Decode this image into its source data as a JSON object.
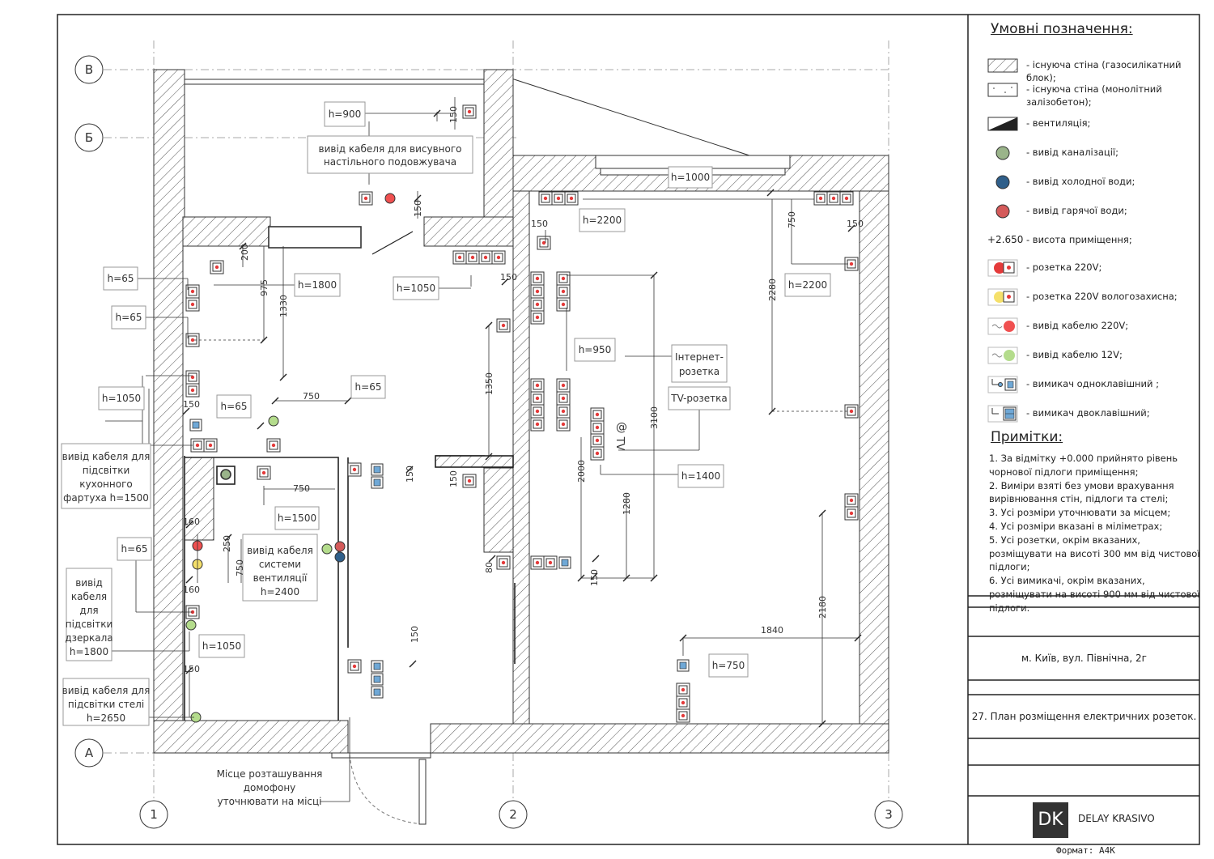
{
  "axes": {
    "b": "В",
    "be": "Б",
    "a": "А",
    "n1": "1",
    "n2": "2",
    "n3": "3"
  },
  "legend": {
    "title": "Умовні позначення:",
    "items": [
      {
        "label": "- існуюча стіна (газосилікатний блок);",
        "icon": "hatched-wall-icon"
      },
      {
        "label": "- існуюча стіна (монолітний залізобетон);",
        "icon": "concrete-wall-icon"
      },
      {
        "label": "- вентиляція;",
        "icon": "ventilation-icon"
      },
      {
        "label": "- вивід каналізації;",
        "icon": "sewer-outlet-icon",
        "color": "#9ab48a"
      },
      {
        "label": "- вивід холодної води;",
        "icon": "cold-water-icon",
        "color": "#2f5f8a"
      },
      {
        "label": "- вивід гарячої води;",
        "icon": "hot-water-icon",
        "color": "#d45a5a"
      },
      {
        "label": "- висота приміщення;",
        "icon": "height-mark",
        "mark": "+2.650"
      },
      {
        "label": "- розетка 220V;",
        "icon": "socket-220v-icon"
      },
      {
        "label": "- розетка 220V вологозахисна;",
        "icon": "socket-waterproof-icon"
      },
      {
        "label": "- вивід кабелю 220V;",
        "icon": "cable-220v-icon"
      },
      {
        "label": "- вивід кабелю 12V;",
        "icon": "cable-12v-icon"
      },
      {
        "label": "- вимикач одноклавішний ;",
        "icon": "switch-single-icon"
      },
      {
        "label": "- вимикач двоклавішний;",
        "icon": "switch-double-icon"
      }
    ]
  },
  "notes": {
    "title": "Примітки:",
    "items": [
      "1. За відмітку +0.000 прийнято рівень чорнової підлоги приміщення;",
      "2. Виміри взяті без умови врахування вирівнювання стін, підлоги та стелі;",
      "3. Усі розміри уточнювати за місцем;",
      "4. Усі розміри вказані в міліметрах;",
      "5. Усі розетки, окрім вказаних, розміщувати на висоті 300 мм від  чистової підлоги;",
      "6. Усі вимикачі, окрім вказаних, розміщувати на висоті 900 мм від чистової підлоги."
    ]
  },
  "title_block": {
    "address": "м. Київ, вул. Північна, 2г",
    "sheet_title": "27. План розміщення електричних розеток.",
    "logo": "DK",
    "company": "DELAY KRASIVO",
    "format": "Формат: А4К"
  },
  "labels": {
    "h900": "h=900",
    "balcony_cable_1": "вивід кабеля для висувного",
    "balcony_cable_2": "настільного подовжувача",
    "h65_a": "h=65",
    "h65_b": "h=65",
    "h65_c": "h=65",
    "h65_d": "h=65",
    "h65_e": "h=65",
    "h1800": "h=1800",
    "h1050_a": "h=1050",
    "h1050_b": "h=1050",
    "h1050_c": "h=1050",
    "apron_1": "вивід кабеля для",
    "apron_2": "підсвітки",
    "apron_3": "кухонного",
    "apron_4": "фартуха h=1500",
    "h1500": "h=1500",
    "vent_1": "вивід кабеля",
    "vent_2": "системи",
    "vent_3": "вентиляції",
    "vent_4": "h=2400",
    "mirror_1": "вивід",
    "mirror_2": "кабеля",
    "mirror_3": "для",
    "mirror_4": "підсвітки",
    "mirror_5": "дзеркала",
    "mirror_6": "h=1800",
    "ceiling_1": "вивід кабеля для",
    "ceiling_2": "підсвітки стелі",
    "ceiling_3": "h=2650",
    "intercom_1": "Місце розташування",
    "intercom_2": "домофону",
    "intercom_3": "уточнювати на місці",
    "h1000": "h=1000",
    "h2200_a": "h=2200",
    "h2200_b": "h=2200",
    "h950": "h=950",
    "internet_1": "Інтернет-",
    "internet_2": "розетка",
    "tv": "TV-розетка",
    "h1400": "h=1400",
    "h750": "h=750",
    "tv_symbol": "TV",
    "at_symbol": "@"
  },
  "dims": {
    "d150_a": "150",
    "d150_b": "150",
    "d150_c": "150",
    "d150_d": "150",
    "d150_e": "150",
    "d150_f": "150",
    "d150_g": "150",
    "d150_h": "150",
    "d150_i": "150",
    "d150_j": "150",
    "d150_k": "150",
    "d200": "200",
    "d975": "975",
    "d1330": "1330",
    "d750_a": "750",
    "d750_b": "750",
    "d750_c": "750",
    "d750_d": "750",
    "d1350": "1350",
    "d160_a": "160",
    "d160_b": "160",
    "d250": "250",
    "d80": "80",
    "d2280": "2280",
    "d3100": "3100",
    "d2000": "2000",
    "d1280": "1280",
    "d1840": "1840",
    "d2180": "2180"
  }
}
